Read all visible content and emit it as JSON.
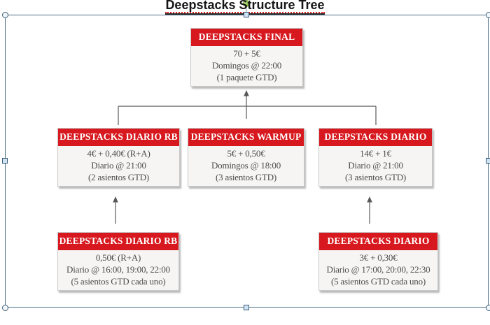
{
  "title": "Deepstacks Structure Tree",
  "nodes": {
    "final": {
      "header": "DEEPSTACKS FINAL",
      "lines": [
        "70 + 5€",
        "Domingos @ 22:00",
        "(1 paquete GTD)"
      ]
    },
    "diario_rb": {
      "header": "DEEPSTACKS DIARIO RB",
      "lines": [
        "4€ + 0,40€ (R+A)",
        "Diario @ 21:00",
        "(2 asientos GTD)"
      ]
    },
    "warmup": {
      "header": "DEEPSTACKS WARMUP",
      "lines": [
        "5€ + 0,50€",
        "Domingos @ 18:00",
        "(3 asientos GTD)"
      ]
    },
    "diario": {
      "header": "DEEPSTACKS DIARIO",
      "lines": [
        "14€ + 1€",
        "Diario @ 21:00",
        "(3 asientos GTD)"
      ]
    },
    "diario_rb_sat": {
      "header": "DEEPSTACKS DIARIO RB",
      "lines": [
        "0,50€ (R+A)",
        "Diario @ 16:00, 19:00, 22:00",
        "(5 asientos GTD cada uno)"
      ]
    },
    "diario_sat": {
      "header": "DEEPSTACKS DIARIO",
      "lines": [
        "3€ + 0,30€",
        "Diario @ 17:00, 20:00, 22:30",
        "(5 asientos GTD cada uno)"
      ]
    }
  },
  "colors": {
    "node_header_bg": "#d7181e",
    "node_header_text": "#ffffff",
    "node_body_bg": "#f6f5f4",
    "node_body_text": "#4d4d4d",
    "connector": "#595959",
    "selection_frame": "#4c6e86",
    "rotate_handle_green": "#8dc63f",
    "title_underline_squiggle": "#e01f1f"
  }
}
